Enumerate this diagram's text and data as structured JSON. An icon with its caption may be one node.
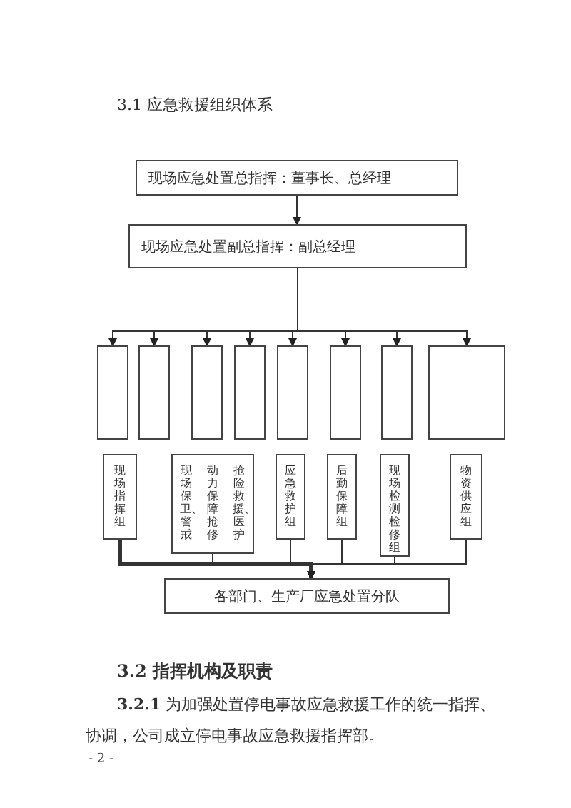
{
  "diagram": {
    "nodes": [
      {
        "text": [
          "现场应急处置总指挥：董事长、总经理"
        ]
      },
      {
        "text": [
          "现场应急处置副总指挥：副总经理"
        ]
      },
      {
        "text": [],
        "shape": "box"
      },
      {
        "text": [],
        "shape": "box"
      },
      {
        "text": [],
        "shape": "box"
      },
      {
        "text": [],
        "shape": "box"
      },
      {
        "text": [],
        "shape": "box"
      },
      {
        "text": [],
        "shape": "box"
      },
      {
        "text": [],
        "shape": "box"
      },
      {
        "text": [],
        "shape": "box"
      },
      {
        "text": [
          "现场指挥组"
        ]
      },
      {
        "text": [
          "现场保卫、警戒",
          "动力保障抢修",
          "抢险救援、医护"
        ]
      },
      {
        "text": [
          "应急救护组"
        ]
      },
      {
        "text": [
          "后勤保障组"
        ]
      },
      {
        "text": [
          "现场检测检修组"
        ]
      },
      {
        "text": [
          "物资供应组"
        ]
      },
      {
        "text": [
          "各部门、生产厂应急处置分队"
        ]
      }
    ],
    "edges": [
      {
        "from": 0,
        "to": 1,
        "arrow": "to"
      },
      {
        "from": 1,
        "to": 2,
        "arrow": "to"
      },
      {
        "from": 1,
        "to": 3,
        "arrow": "to"
      },
      {
        "from": 1,
        "to": 4,
        "arrow": "to"
      },
      {
        "from": 1,
        "to": 5,
        "arrow": "to"
      },
      {
        "from": 1,
        "to": 6,
        "arrow": "to"
      },
      {
        "from": 1,
        "to": 7,
        "arrow": "to"
      },
      {
        "from": 1,
        "to": 8,
        "arrow": "to"
      },
      {
        "from": 1,
        "to": 9,
        "arrow": "to"
      },
      {
        "from": 10,
        "to": 16,
        "arrow": "to",
        "style": "thick"
      },
      {
        "from": 11,
        "to": 16,
        "arrow": "to"
      },
      {
        "from": 12,
        "to": 16,
        "arrow": "to"
      },
      {
        "from": 13,
        "to": 16,
        "arrow": "to"
      },
      {
        "from": 14,
        "to": 16,
        "arrow": "to"
      },
      {
        "from": 15,
        "to": 16,
        "arrow": "to"
      }
    ],
    "labels": [
      "3.1 应急救援组织体系",
      "3.2 指挥机构及职责",
      "**3.2.1** 为加强处置停电事故应急救援工作的统一指挥、协调，公司成立停电事故应急救援指挥部。",
      "- 2 -"
    ]
  }
}
